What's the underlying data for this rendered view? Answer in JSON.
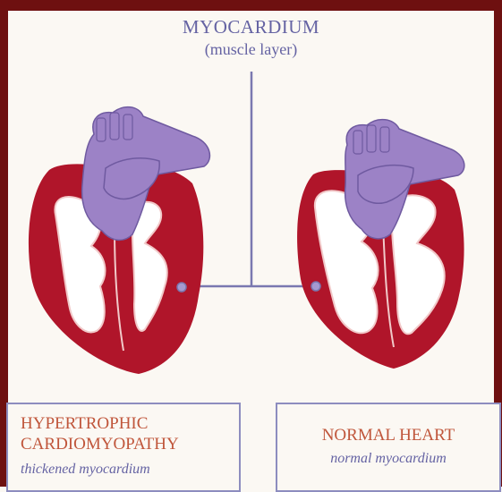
{
  "header": {
    "title": "MYOCARDIUM",
    "subtitle": "(muscle layer)"
  },
  "left_label": {
    "title": "HYPERTROPHIC\nCARDIOMYOPATHY",
    "subtitle": "thickened myocardium"
  },
  "right_label": {
    "title": "NORMAL HEART",
    "subtitle": "normal myocardium"
  },
  "colors": {
    "frame": "#6e1010",
    "background": "#fbf8f3",
    "muscle": "#b0152a",
    "vessels": "#9c82c6",
    "leader_line": "#7a78b0",
    "label_title": "#c0563b",
    "label_subtitle": "#6563a3"
  }
}
